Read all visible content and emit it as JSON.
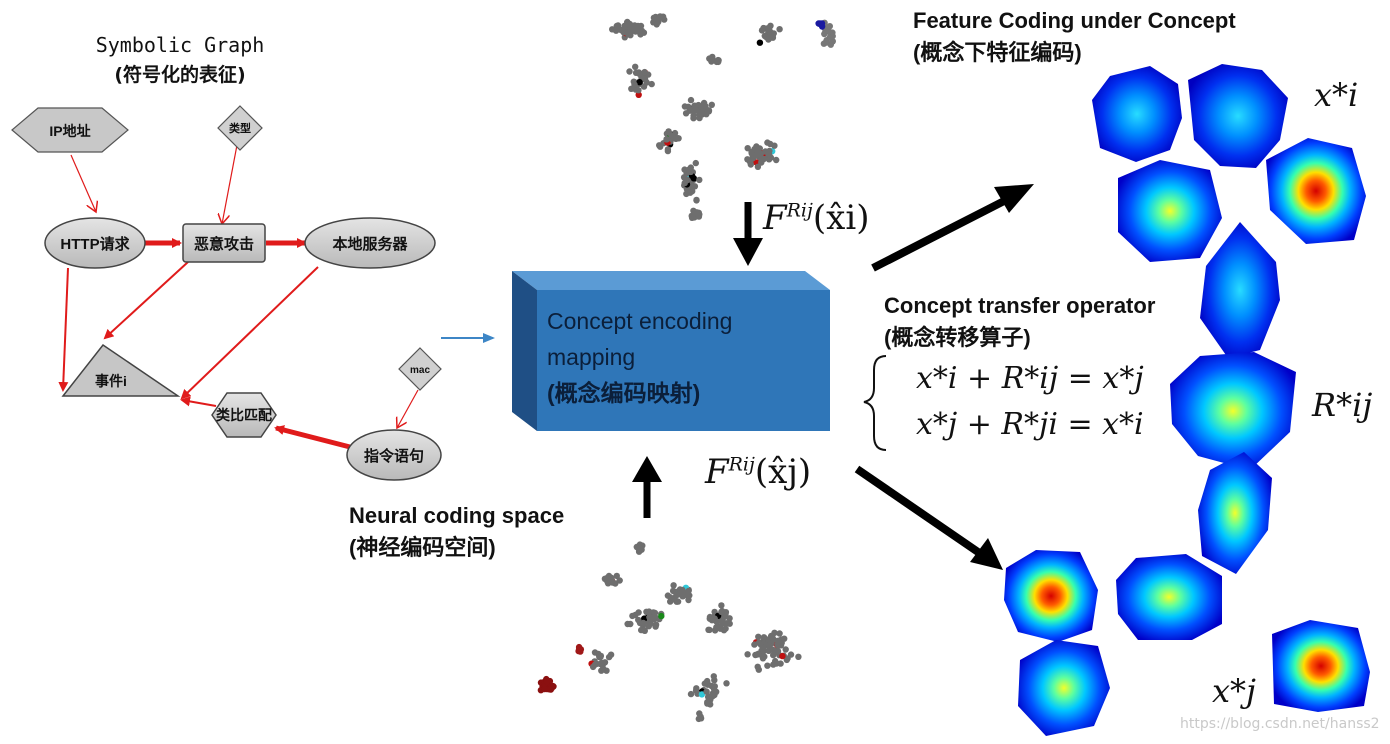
{
  "symbolic_graph": {
    "title": "Symbolic Graph",
    "subtitle": "(符号化的表征)",
    "nodes": {
      "ip": "IP地址",
      "type": "类型",
      "http": "HTTP请求",
      "attack": "恶意攻击",
      "server": "本地服务器",
      "event": "事件i",
      "analogy": "类比匹配",
      "mac": "mac",
      "command": "指令语句"
    }
  },
  "encoding_box": {
    "line1": "Concept encoding",
    "line2": "mapping",
    "line3": "(概念编码映射)"
  },
  "neural_space": {
    "title": "Neural coding space",
    "subtitle": "(神经编码空间)"
  },
  "feature_coding": {
    "title": "Feature Coding under Concept",
    "subtitle": "(概念下特征编码)"
  },
  "transfer": {
    "title": "Concept transfer operator",
    "subtitle": "(概念转移算子)"
  },
  "math": {
    "f_i": "F",
    "f_i_sup": "Rij",
    "f_i_arg": "(x̂i)",
    "f_j": "F",
    "f_j_sup": "Rij",
    "f_j_arg": "(x̂j)",
    "eq1": "x*i + R*ij = x*j",
    "eq2": "x*j + R*ji = x*i",
    "label_xi": "x*i",
    "label_rij": "R*ij",
    "label_xj": "x*j"
  },
  "watermark": "https://blog.csdn.net/hanss2",
  "colors": {
    "red_arrow": "#e01b1b",
    "box_front": "#2f76b8",
    "box_top": "#5b9bd5",
    "box_side": "#1f4f85",
    "point_gray": "#6e6e6e"
  }
}
